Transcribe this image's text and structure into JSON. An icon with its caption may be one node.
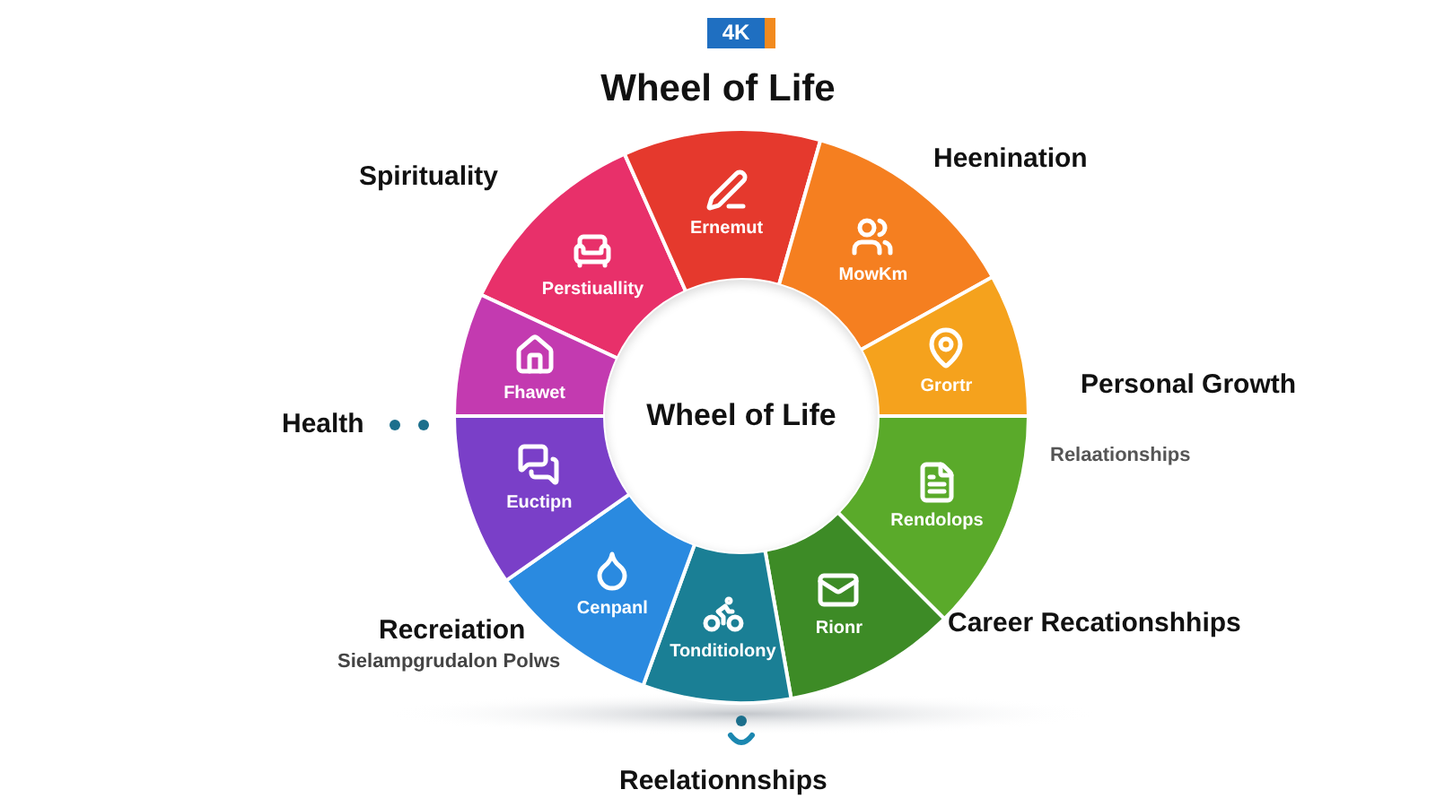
{
  "diagram": {
    "title": "Wheel of Life",
    "nodes": [
      {
        "text": [
          "Perstiuallity"
        ]
      },
      {
        "text": [
          "Ernemut"
        ]
      },
      {
        "text": [
          "MowKm"
        ]
      },
      {
        "text": [
          "Grortr"
        ]
      },
      {
        "text": [
          "Rendolops"
        ]
      },
      {
        "text": [
          "Rionr"
        ]
      },
      {
        "text": [
          "Tonditiolony"
        ]
      },
      {
        "text": [
          "Cenpanl"
        ]
      },
      {
        "text": [
          "Euctipn"
        ]
      },
      {
        "text": [
          "Fhawet"
        ]
      },
      {
        "text": [
          "Wheel of Life"
        ]
      }
    ],
    "labels": [
      "4K",
      "Spirituality",
      "Heenination",
      "Health",
      "Personal Growth",
      "Relaationships",
      "Recreiation",
      "Sielampgrudalon Polws",
      "Career Recationshhips",
      "Reelationnships"
    ]
  }
}
